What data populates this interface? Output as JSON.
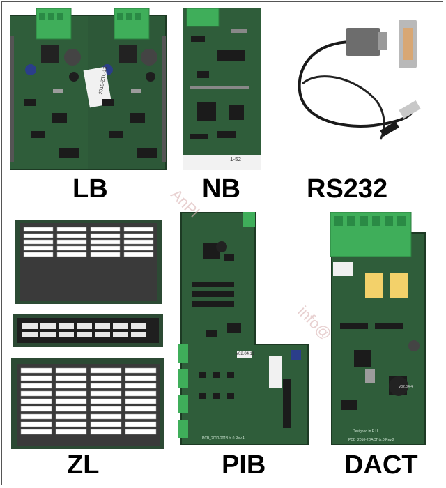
{
  "labels": {
    "lb": "LB",
    "nb": "NB",
    "rs232": "RS232",
    "zl": "ZL",
    "pib": "PIB",
    "dact": "DACT"
  },
  "board_text": {
    "lb_sticker": "2010-ZTL-13",
    "nb_mark": "1-52",
    "pib_sticker": "V02.04.11",
    "dact_chip": "V02.04.4",
    "dact_designed": "Designed in E.U.",
    "dact_pcb": "PCB_2010-2DACT ts.0 Rev.2",
    "pib_pcb": "PCB_2010-2018 ts.0 Rev.4"
  },
  "watermark": {
    "text_1": "AnPl",
    "text_2": "info@"
  },
  "colors": {
    "pcb_green": "#2f5d3a",
    "pcb_dark": "#243f2b",
    "terminal_green": "#3fae5a",
    "zl_panel": "#3a3a3a",
    "zl_frame": "#2c4a34",
    "cable_black": "#1a1a1a",
    "connector_grey": "#7d7d7d",
    "watermark": "#d9b3b3"
  }
}
